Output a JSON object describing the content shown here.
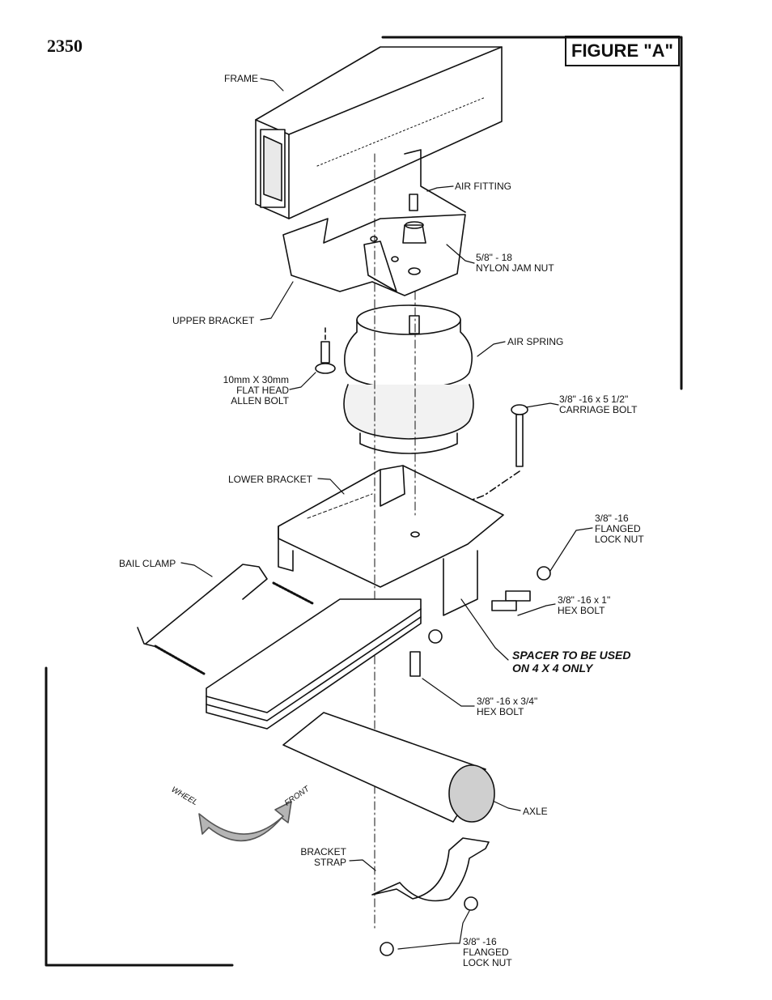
{
  "page_number": "2350",
  "figure_title": "FIGURE \"A\"",
  "labels": {
    "frame": "FRAME",
    "air_fitting": "AIR FITTING",
    "jam_nut": "5/8\" - 18\nNYLON JAM NUT",
    "upper_bracket": "UPPER BRACKET",
    "air_spring": "AIR SPRING",
    "flat_head_bolt": "10mm X 30mm\nFLAT HEAD\nALLEN BOLT",
    "carriage_bolt": "3/8\" -16 x 5 1/2\"\nCARRIAGE BOLT",
    "lower_bracket": "LOWER BRACKET",
    "flanged_lock_nut_top": "3/8\" -16\nFLANGED\nLOCK NUT",
    "bail_clamp": "BAIL CLAMP",
    "hex_bolt_1": "3/8\" -16 x 1\"\nHEX BOLT",
    "spacer_note": "SPACER TO BE USED\nON 4 X 4 ONLY",
    "hex_bolt_34": "3/8\" -16 x 3/4\"\nHEX BOLT",
    "axle": "AXLE",
    "bracket_strap": "BRACKET\nSTRAP",
    "flanged_lock_nut_bottom": "3/8\" -16\nFLANGED\nLOCK NUT"
  },
  "direction": {
    "left": "WHEEL",
    "right": "FRONT"
  }
}
